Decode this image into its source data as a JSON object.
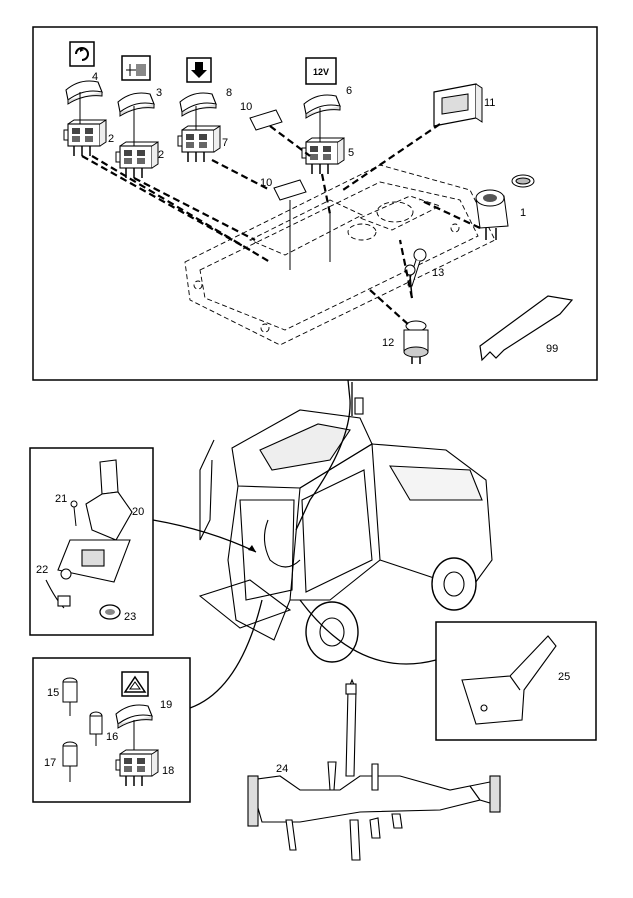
{
  "callouts": {
    "c1": "1",
    "c2a": "2",
    "c2b": "2",
    "c3": "3",
    "c4": "4",
    "c5": "5",
    "c6": "6",
    "c7": "7",
    "c8": "8",
    "c10a": "10",
    "c10b": "10",
    "c11": "11",
    "c12": "12",
    "c13": "13",
    "c15": "15",
    "c16": "16",
    "c17": "17",
    "c18": "18",
    "c19": "19",
    "c20": "20",
    "c21": "21",
    "c22": "22",
    "c23": "23",
    "c24": "24",
    "c25": "25",
    "c99": "99"
  },
  "symbols": {
    "supply_12v": "12V"
  }
}
